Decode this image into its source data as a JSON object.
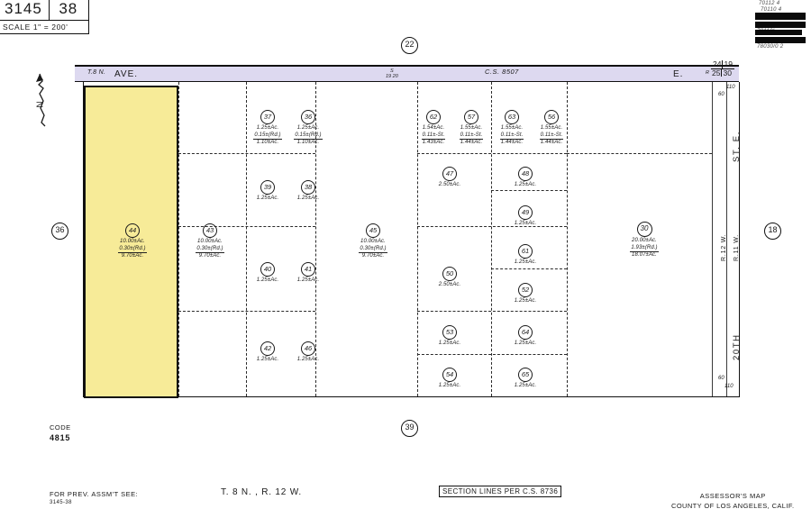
{
  "header": {
    "book_number": "3145",
    "page_number": "38",
    "scale": "SCALE 1\" = 200'"
  },
  "redaction": {
    "ghost_lines": [
      "70112 4",
      "70110 4",
      "78110I",
      "78030/0 2"
    ]
  },
  "north_arrow": {
    "letter": "N"
  },
  "avenue": {
    "prefix_note": "T.8 N.",
    "label": "AVE.",
    "cs_note": "C.S. 8507",
    "east_label": "E.",
    "mid_fraction_top": "S",
    "mid_fraction_bottom": "19 20",
    "right_fraction": "R"
  },
  "section_corners": {
    "top_left": "24",
    "top_right": "19",
    "bottom_left": "25",
    "bottom_right": "30"
  },
  "boundary_markers": [
    {
      "id": "marker-22",
      "label": "22"
    },
    {
      "id": "marker-36",
      "label": "36"
    },
    {
      "id": "marker-18",
      "label": "18"
    },
    {
      "id": "marker-39",
      "label": "39"
    }
  ],
  "parcels": [
    {
      "number": "44",
      "lines": [
        "10.00±Ac.",
        "0.30±(Rd.)",
        "9.70±Ac."
      ],
      "highlighted": true
    },
    {
      "number": "43",
      "lines": [
        "10.00±Ac.",
        "0.30±(Rd.)",
        "9.70±Ac."
      ],
      "highlighted": false
    },
    {
      "number": "37",
      "lines": [
        "1.25±Ac.",
        "0.15±(Rd.)",
        "1.10±Ac."
      ],
      "highlighted": false
    },
    {
      "number": "36",
      "lines": [
        "1.25±Ac.",
        "0.15±(Rd.)",
        "1.10±Ac."
      ],
      "highlighted": false
    },
    {
      "number": "39",
      "lines": [
        "1.25±Ac."
      ],
      "highlighted": false
    },
    {
      "number": "38",
      "lines": [
        "1.25±Ac."
      ],
      "highlighted": false
    },
    {
      "number": "40",
      "lines": [
        "1.25±Ac."
      ],
      "highlighted": false
    },
    {
      "number": "41",
      "lines": [
        "1.25±Ac."
      ],
      "highlighted": false
    },
    {
      "number": "42",
      "lines": [
        "1.25±Ac."
      ],
      "highlighted": false
    },
    {
      "number": "46",
      "lines": [
        "1.25±Ac."
      ],
      "highlighted": false
    },
    {
      "number": "45",
      "lines": [
        "10.00±Ac.",
        "0.30±(Rd.)",
        "9.70±Ac."
      ],
      "highlighted": false
    },
    {
      "number": "62",
      "lines": [
        "1.54±Ac.",
        "0.11±-St.",
        "1.43±Ac."
      ],
      "highlighted": false
    },
    {
      "number": "57",
      "lines": [
        "1.55±Ac.",
        "0.11±-St.",
        "1.44±Ac."
      ],
      "highlighted": false
    },
    {
      "number": "63",
      "lines": [
        "1.55±Ac.",
        "0.11±-St.",
        "1.44±Ac."
      ],
      "highlighted": false
    },
    {
      "number": "56",
      "lines": [
        "1.55±Ac.",
        "0.11±-St.",
        "1.44±Ac."
      ],
      "highlighted": false
    },
    {
      "number": "47",
      "lines": [
        "2.50±Ac."
      ],
      "highlighted": false
    },
    {
      "number": "48",
      "lines": [
        "1.25±Ac."
      ],
      "highlighted": false
    },
    {
      "number": "49",
      "lines": [
        "1.25±Ac."
      ],
      "highlighted": false
    },
    {
      "number": "61",
      "lines": [
        "1.25±Ac."
      ],
      "highlighted": false
    },
    {
      "number": "50",
      "lines": [
        "2.50±Ac."
      ],
      "highlighted": false
    },
    {
      "number": "52",
      "lines": [
        "1.25±Ac."
      ],
      "highlighted": false
    },
    {
      "number": "53",
      "lines": [
        "1.25±Ac."
      ],
      "highlighted": false
    },
    {
      "number": "64",
      "lines": [
        "1.25±Ac."
      ],
      "highlighted": false
    },
    {
      "number": "54",
      "lines": [
        "1.25±Ac."
      ],
      "highlighted": false
    },
    {
      "number": "65",
      "lines": [
        "1.25±Ac."
      ],
      "highlighted": false
    },
    {
      "number": "30",
      "lines": [
        "20.00±Ac.",
        "1.93±(Rd.)",
        "18.07±Ac."
      ],
      "highlighted": false
    }
  ],
  "right_side": {
    "street_east": "ST.  E.",
    "range_left": "R.12 W.",
    "range_right": "R.11 W.",
    "street_name": "20TH",
    "tick_top_a": "110",
    "tick_top_b": "60",
    "tick_bottom_a": "60",
    "tick_bottom_b": "110"
  },
  "code": {
    "label": "CODE",
    "value": "4815"
  },
  "footer": {
    "prev_assmt_label": "FOR PREV. ASSM'T SEE:",
    "prev_assmt_value": "3145-38",
    "township": "T. 8 N. , R. 12 W.",
    "section_lines": "SECTION LINES PER C.S. 8736",
    "assessor_line1": "ASSESSOR'S MAP",
    "assessor_line2": "COUNTY OF LOS ANGELES, CALIF."
  },
  "colors": {
    "highlight_fill": "#f7eb98",
    "avenue_fill": "#ddd9f0",
    "ink": "#111111"
  }
}
